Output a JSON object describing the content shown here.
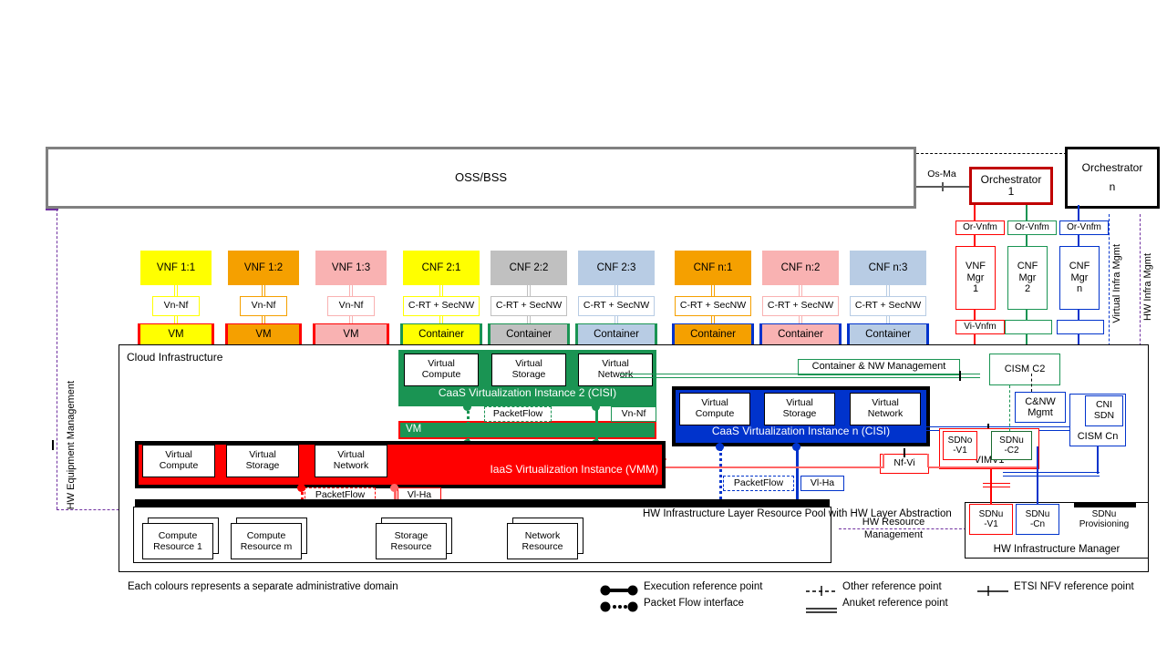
{
  "top": {
    "ossbss": "OSS/BSS",
    "os_ma": "Os-Ma",
    "orchestrator1": {
      "line1": "Orchestrator",
      "line2": "1"
    },
    "orchestratorn": {
      "line1": "Orchestrator",
      "line2": "n"
    }
  },
  "functions": [
    {
      "name": "VNF 1:1",
      "color": "#ffff00",
      "iface": "Vn-Nf",
      "runtime": "VM",
      "iface_border": "#ffff00"
    },
    {
      "name": "VNF 1:2",
      "color": "#f5a000",
      "iface": "Vn-Nf",
      "runtime": "VM",
      "iface_border": "#f5a000"
    },
    {
      "name": "VNF 1:3",
      "color": "#f9b2b2",
      "iface": "Vn-Nf",
      "runtime": "VM",
      "iface_border": "#f9b2b2"
    },
    {
      "name": "CNF 2:1",
      "color": "#ffff00",
      "iface": "C-RT + SecNW",
      "runtime": "Container",
      "iface_border": "#ffff00"
    },
    {
      "name": "CNF 2:2",
      "color": "#c0c0c0",
      "iface": "C-RT + SecNW",
      "runtime": "Container",
      "iface_border": "#c0c0c0"
    },
    {
      "name": "CNF 2:3",
      "color": "#b8cce4",
      "iface": "C-RT + SecNW",
      "runtime": "Container",
      "iface_border": "#b8cce4"
    },
    {
      "name": "CNF n:1",
      "color": "#f5a000",
      "iface": "C-RT + SecNW",
      "runtime": "Container",
      "iface_border": "#f5a000"
    },
    {
      "name": "CNF n:2",
      "color": "#f9b2b2",
      "iface": "C-RT + SecNW",
      "runtime": "Container",
      "iface_border": "#f9b2b2"
    },
    {
      "name": "CNF n:3",
      "color": "#b8cce4",
      "iface": "C-RT + SecNW",
      "runtime": "Container",
      "iface_border": "#b8cce4"
    }
  ],
  "managers": [
    {
      "iface": "Or-Vnfm",
      "name_l1": "VNF",
      "name_l2": "Mgr",
      "name_l3": "1",
      "lower_iface": "Vi-Vnfm",
      "color": "#ff0000"
    },
    {
      "iface": "Or-Vnfm",
      "name_l1": "CNF",
      "name_l2": "Mgr",
      "name_l3": "2",
      "lower_iface": "",
      "color": "#1a9453"
    },
    {
      "iface": "Or-Vnfm",
      "name_l1": "CNF",
      "name_l2": "Mgr",
      "name_l3": "n",
      "lower_iface": "",
      "color": "#0033cc"
    }
  ],
  "vertical_labels": {
    "virtual_infra_mgmt": "Virtual Infra Mgmt",
    "hw_infra_mgmt": "HW Infra Mgmt",
    "hw_equipment_management": "HW Equipment Management"
  },
  "cloud": {
    "title": "Cloud Infrastructure",
    "cisi2_label": "CaaS Virtualization Instance 2 (CISI)",
    "cisin_label": "CaaS Virtualization Instance n (CISI)",
    "iaas_label": "IaaS Virtualization Instance (VMM)",
    "vm_bar_label": "VM",
    "virtual_resources": [
      {
        "line1": "Virtual",
        "line2": "Compute"
      },
      {
        "line1": "Virtual",
        "line2": "Storage"
      },
      {
        "line1": "Virtual",
        "line2": "Network"
      }
    ],
    "hw_pool_label": "HW Infrastructure Layer Resource Pool with HW Layer Abstraction",
    "hw_resources": [
      {
        "line1": "Compute",
        "line2": "Resource 1"
      },
      {
        "line1": "Compute",
        "line2": "Resource m"
      },
      {
        "line1": "Storage",
        "line2": "Resource"
      },
      {
        "line1": "Network",
        "line2": "Resource"
      }
    ]
  },
  "reference_points": {
    "packetflow": "PacketFlow",
    "vn_nf": "Vn-Nf",
    "vl_ha": "Vl-Ha",
    "nf_vi": "Nf-Vi"
  },
  "right_panel": {
    "container_nw_management": "Container & NW Management",
    "cism_c2": "CISM C2",
    "cism_cn": "CISM Cn",
    "cni_sdn": {
      "line1": "CNI",
      "line2": "SDN"
    },
    "cnw_mgmt": {
      "line1": "C&NW",
      "line2": "Mgmt"
    },
    "vimv1": "VIMV1",
    "sdno_v1": {
      "line1": "SDNo",
      "line2": "-V1"
    },
    "sdnu_c2": {
      "line1": "SDNu",
      "line2": "-C2"
    },
    "hw_infrastructure_manager": "HW Infrastructure Manager",
    "sdnu_v1": {
      "line1": "SDNu",
      "line2": "-V1"
    },
    "sdnu_cn": {
      "line1": "SDNu",
      "line2": "-Cn"
    },
    "sdnu_provisioning": {
      "line1": "SDNu",
      "line2": "Provisioning"
    },
    "hw_resource_management": {
      "line1": "HW Resource",
      "line2": "Management"
    }
  },
  "legend": {
    "note": "Each colours represents a separate administrative domain",
    "items": [
      {
        "label": "Execution reference point"
      },
      {
        "label": "Packet Flow interface"
      },
      {
        "label": "Other reference point"
      },
      {
        "label": "Anuket reference point"
      },
      {
        "label": "ETSI NFV reference point"
      }
    ]
  },
  "colors": {
    "red": "#ff0000",
    "dark_red": "#c00000",
    "green": "#1a9453",
    "blue": "#0033cc",
    "grey": "#808080",
    "purple": "#7030a0"
  }
}
